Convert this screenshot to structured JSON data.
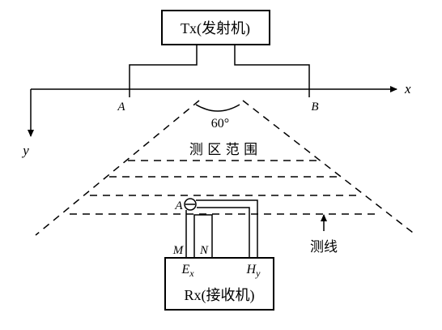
{
  "transmitter": {
    "label": "Tx(发射机)"
  },
  "receiver": {
    "label": "Rx(接收机)"
  },
  "axes": {
    "x": "x",
    "y": "y"
  },
  "electrodes": {
    "a": "A",
    "b": "B"
  },
  "angle": {
    "label": "60°"
  },
  "survey_area": {
    "label": "测 区 范 围"
  },
  "survey_line": {
    "label": "测线"
  },
  "sensor": {
    "label": "A"
  },
  "terminals": {
    "m": "M",
    "n": "N",
    "ex_main": "E",
    "ex_sub": "x",
    "hy_main": "H",
    "hy_sub": "y"
  }
}
